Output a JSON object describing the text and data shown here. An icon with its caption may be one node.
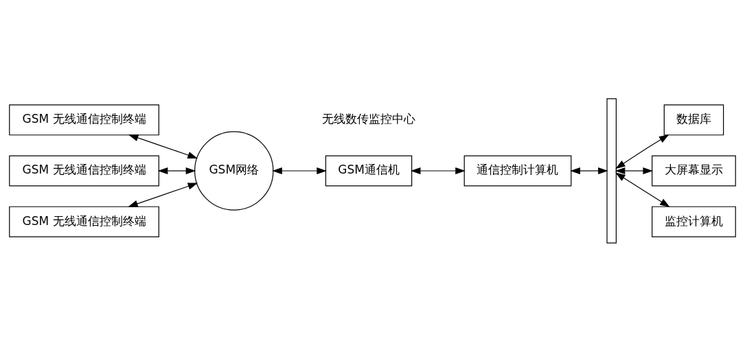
{
  "diagram": {
    "nodes": [
      {
        "text": [
          "GSM 无线通信控制终端"
        ]
      },
      {
        "text": [
          "GSM 无线通信控制终端"
        ]
      },
      {
        "text": [
          "GSM 无线通信控制终端"
        ]
      },
      {
        "text": [
          "GSM网络"
        ]
      },
      {
        "text": [
          "GSM通信机"
        ]
      },
      {
        "text": [
          "通信控制计算机"
        ]
      },
      {
        "text": [],
        "shape": "bar"
      },
      {
        "text": [
          "数据库"
        ]
      },
      {
        "text": [
          "大屏幕显示"
        ]
      },
      {
        "text": [
          "监控计算机"
        ]
      }
    ],
    "edges": [
      {
        "from": 0,
        "to": 3,
        "arrow": "both"
      },
      {
        "from": 1,
        "to": 3,
        "arrow": "both"
      },
      {
        "from": 2,
        "to": 3,
        "arrow": "both"
      },
      {
        "from": 3,
        "to": 4,
        "arrow": "both"
      },
      {
        "from": 4,
        "to": 5,
        "arrow": "both"
      },
      {
        "from": 5,
        "to": 6,
        "arrow": "both"
      },
      {
        "from": 6,
        "to": 7,
        "arrow": "both"
      },
      {
        "from": 6,
        "to": 8,
        "arrow": "both"
      },
      {
        "from": 6,
        "to": 9,
        "arrow": "both"
      }
    ],
    "labels": [
      "无线数传监控中心"
    ]
  }
}
